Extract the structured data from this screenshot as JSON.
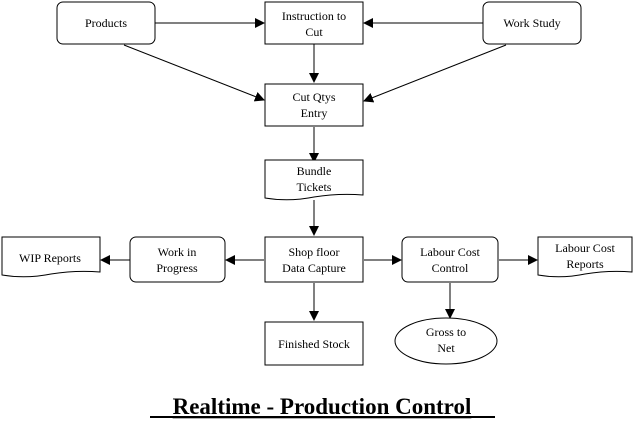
{
  "title": "Realtime - Production Control",
  "nodes": {
    "products": {
      "line1": "Products",
      "line2": ""
    },
    "instruction": {
      "line1": "Instruction to",
      "line2": "Cut"
    },
    "work_study": {
      "line1": "Work Study",
      "line2": ""
    },
    "cut_qtys": {
      "line1": "Cut Qtys",
      "line2": "Entry"
    },
    "bundle_tickets": {
      "line1": "Bundle",
      "line2": "Tickets"
    },
    "shop_floor": {
      "line1": "Shop floor",
      "line2": "Data Capture"
    },
    "work_in_progress": {
      "line1": "Work in",
      "line2": "Progress"
    },
    "wip_reports": {
      "line1": "WIP Reports",
      "line2": ""
    },
    "labour_cost_control": {
      "line1": "Labour Cost",
      "line2": "Control"
    },
    "labour_cost_reports": {
      "line1": "Labour Cost",
      "line2": "Reports"
    },
    "finished_stock": {
      "line1": "Finished Stock",
      "line2": ""
    },
    "gross_to_net": {
      "line1": "Gross to",
      "line2": "Net"
    }
  }
}
